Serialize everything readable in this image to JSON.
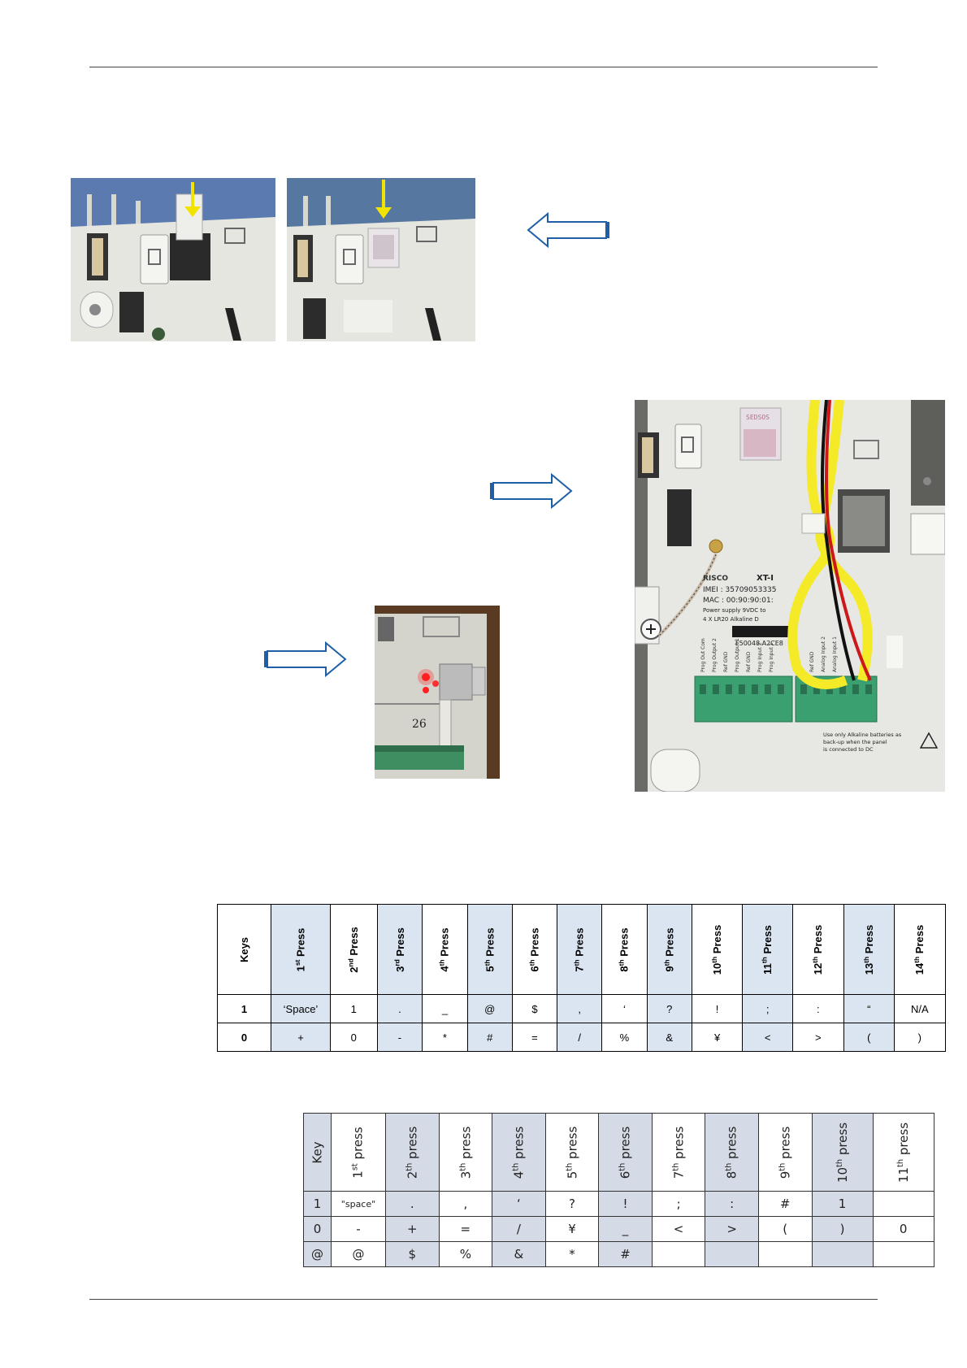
{
  "table1": {
    "headers": [
      {
        "main": "Keys",
        "sup": "",
        "rest": "",
        "hl": false
      },
      {
        "main": "1",
        "sup": "st",
        "rest": " Press",
        "hl": true
      },
      {
        "main": "2",
        "sup": "nd",
        "rest": " Press",
        "hl": false
      },
      {
        "main": "3",
        "sup": "rd",
        "rest": " Press",
        "hl": true
      },
      {
        "main": "4",
        "sup": "th",
        "rest": " Press",
        "hl": false
      },
      {
        "main": "5",
        "sup": "th",
        "rest": " Press",
        "hl": true
      },
      {
        "main": "6",
        "sup": "th",
        "rest": " Press",
        "hl": false
      },
      {
        "main": "7",
        "sup": "th",
        "rest": " Press",
        "hl": true
      },
      {
        "main": "8",
        "sup": "th",
        "rest": " Press",
        "hl": false
      },
      {
        "main": "9",
        "sup": "th",
        "rest": " Press",
        "hl": true
      },
      {
        "main": "10",
        "sup": "th",
        "rest": " Press",
        "hl": false
      },
      {
        "main": "11",
        "sup": "th",
        "rest": " Press",
        "hl": true
      },
      {
        "main": "12",
        "sup": "th",
        "rest": " Press",
        "hl": false
      },
      {
        "main": "13",
        "sup": "th",
        "rest": " Press",
        "hl": true
      },
      {
        "main": "14",
        "sup": "th",
        "rest": " Press",
        "hl": false
      }
    ],
    "rows": [
      [
        "1",
        "‘Space’",
        "1",
        ".",
        "_",
        "@",
        "$",
        ",",
        "‘",
        "?",
        "!",
        ";",
        ":",
        "“",
        "N/A"
      ],
      [
        "0",
        "+",
        "0",
        "-",
        "*",
        "#",
        "=",
        "/",
        "%",
        "&",
        "¥",
        "<",
        ">",
        "(",
        ")"
      ]
    ]
  },
  "table2": {
    "headers": [
      {
        "main": "Key",
        "sup": "",
        "rest": "",
        "hl": true
      },
      {
        "main": "1",
        "sup": "st",
        "rest": " press",
        "hl": false
      },
      {
        "main": "2",
        "sup": "th",
        "rest": " press",
        "hl": true
      },
      {
        "main": "3",
        "sup": "th",
        "rest": " press",
        "hl": false
      },
      {
        "main": "4",
        "sup": "th",
        "rest": " press",
        "hl": true
      },
      {
        "main": "5",
        "sup": "th",
        "rest": " press",
        "hl": false
      },
      {
        "main": "6",
        "sup": "th",
        "rest": " press",
        "hl": true
      },
      {
        "main": "7",
        "sup": "th",
        "rest": " press",
        "hl": false
      },
      {
        "main": "8",
        "sup": "th",
        "rest": " press",
        "hl": true
      },
      {
        "main": "9",
        "sup": "th",
        "rest": " press",
        "hl": false
      },
      {
        "main": "10",
        "sup": "th",
        "rest": " press",
        "hl": true
      },
      {
        "main": "11",
        "sup": "th",
        "rest": " press",
        "hl": false
      }
    ],
    "rows": [
      [
        "1",
        "\"space\"",
        ".",
        ",",
        "‘",
        "?",
        "!",
        ";",
        ":",
        "#",
        "1",
        ""
      ],
      [
        "0",
        "-",
        "+",
        "=",
        "/",
        "¥",
        "_",
        "<",
        ">",
        "(",
        ")",
        "0"
      ],
      [
        "@",
        "@",
        "$",
        "%",
        "&",
        "*",
        "#",
        "",
        "",
        "",
        "",
        ""
      ]
    ]
  },
  "photo_text": {
    "sim_code": "SEDSOS",
    "panel_brand": "RISCO",
    "panel_model": "XT-I",
    "imei": "IMEI : 35709053335",
    "mac": "MAC : 00:90:90:01:",
    "power1": "Power supply 9VDC to",
    "power2": "4 X LR20 Alkaline D",
    "serial": "F50048    A2CE8",
    "terminal1": "Prog Out Com",
    "terminal2": "Prog Output 2",
    "terminal3": "Ref GND",
    "terminal4": "Prog Output 1",
    "terminal5": "Ref GND",
    "terminal6": "Prog Input 2",
    "terminal7": "Prog Input 1",
    "terminal8": "Ref GND",
    "terminal9": "Analog Input 2",
    "terminal10": "Analog Input 1",
    "warning1": "Use only Alkaline batteries as",
    "warning2": "back-up when the panel",
    "warning3": "is connected to DC",
    "handwritten": "26",
    "unit_number": "26",
    "colors": {
      "arrow_blue": "#1f5fa8",
      "pointer_yellow": "#f2e300",
      "photo_bg_blue": "#4e6fa6",
      "wire_yellow": "#f4ea28",
      "terminal_green": "#3aa070"
    }
  }
}
